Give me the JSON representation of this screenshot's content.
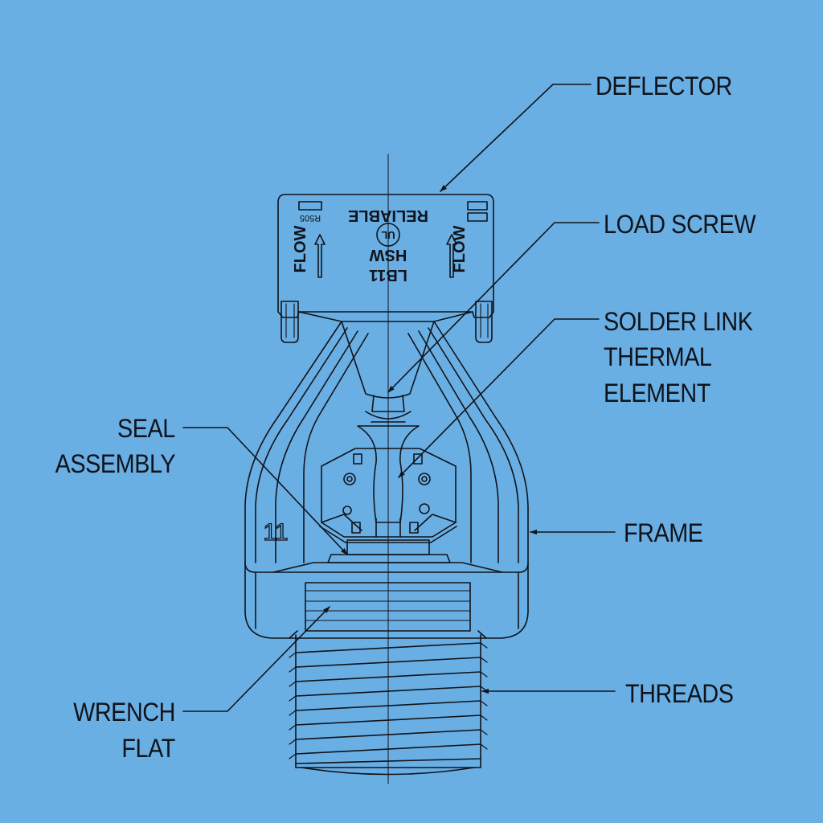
{
  "background_color": "#6aafe4",
  "line_color": "#10131a",
  "labels": {
    "deflector": "DEFLECTOR",
    "load_screw": "LOAD SCREW",
    "solder_link": [
      "SOLDER LINK",
      "THERMAL",
      "ELEMENT"
    ],
    "seal_assembly": [
      "SEAL",
      "ASSEMBLY"
    ],
    "frame": "FRAME",
    "threads": "THREADS",
    "wrench_flat": [
      "WRENCH",
      "FLAT"
    ]
  },
  "deflector_markings": {
    "brand": "RELIABLE",
    "model": "LB11",
    "type": "HSW",
    "sin": "R505",
    "flow_left": "FLOW",
    "flow_right": "FLOW",
    "ul_mark": "UL"
  },
  "frame_marking": "11"
}
